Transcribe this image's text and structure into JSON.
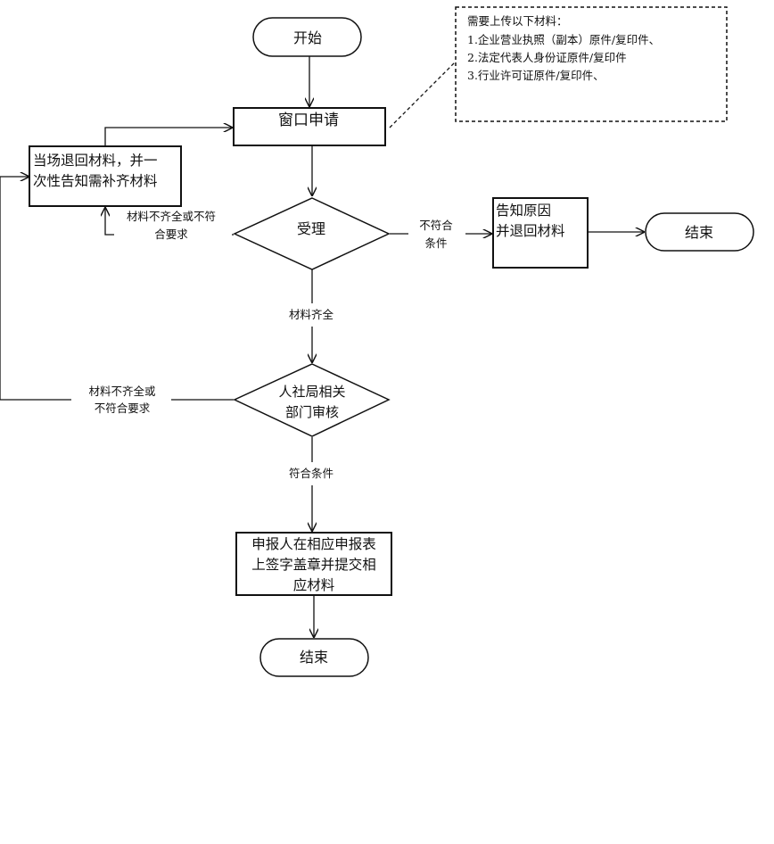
{
  "start": {
    "label": "开始"
  },
  "window_apply": {
    "label": "窗口申请"
  },
  "note": {
    "title": "需要上传以下材料：",
    "items": [
      "1.企业营业执照（副本）原件/复印件、",
      "2.法定代表人身份证原件/复印件",
      "3.行业许可证原件/复印件、"
    ]
  },
  "return_left": {
    "lines": [
      "当场退回材料，并一",
      "次性告知需补齐材料"
    ]
  },
  "accept": {
    "label": "受理"
  },
  "label_incomplete_1": {
    "lines": [
      "材料不齐全或不符",
      "合要求"
    ]
  },
  "label_not_eligible": {
    "lines": [
      "不符合",
      "条件"
    ]
  },
  "notify_reason": {
    "lines": [
      "告知原因",
      "并退回材料"
    ]
  },
  "end_right": {
    "label": "结束"
  },
  "label_complete": {
    "label": "材料齐全"
  },
  "review": {
    "lines": [
      "人社局相关",
      "部门审核"
    ]
  },
  "label_incomplete_2": {
    "lines": [
      "材料不齐全或",
      "不符合要求"
    ]
  },
  "label_eligible": {
    "label": "符合条件"
  },
  "submit": {
    "lines": [
      "申报人在相应申报表",
      "上签字盖章并提交相",
      "应材料"
    ]
  },
  "end_bottom": {
    "label": "结束"
  }
}
